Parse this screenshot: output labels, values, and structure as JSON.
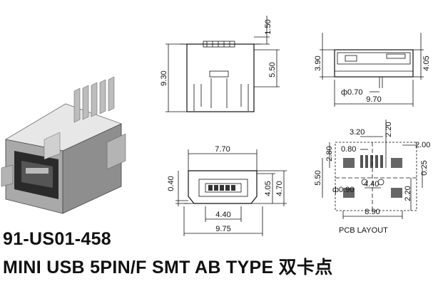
{
  "part_number": "91-US01-458",
  "description": "MINI USB 5PIN/F SMT AB TYPE 双卡点",
  "pcb_layout_label": "PCB LAYOUT",
  "top_view": {
    "dim_top": "1.50",
    "dim_height": "9.30",
    "dim_right": "5.50"
  },
  "side_view": {
    "dim_height": "3.90",
    "dim_right": "4.05",
    "dim_pin_dia": "ф0.70",
    "dim_length": "9.70"
  },
  "front_view": {
    "dim_top": "7.70",
    "dim_left": "0.40",
    "dim_right_inner": "4.05",
    "dim_right_outer": "4.70",
    "dim_bottom_inner": "4.40",
    "dim_bottom_outer": "9.75"
  },
  "pcb_layout": {
    "dim_pitch": "3.20",
    "dim_pad_w": "0.80",
    "dim_pad_h": "2.20",
    "dim_right_top": "2.00",
    "dim_left_a": "2.80",
    "dim_left_b": "5.50",
    "dim_hole": "ф0.90",
    "dim_hole_space": "4.40",
    "dim_right_a": "0.25",
    "dim_right_b": "2.20",
    "dim_total": "8.90"
  }
}
